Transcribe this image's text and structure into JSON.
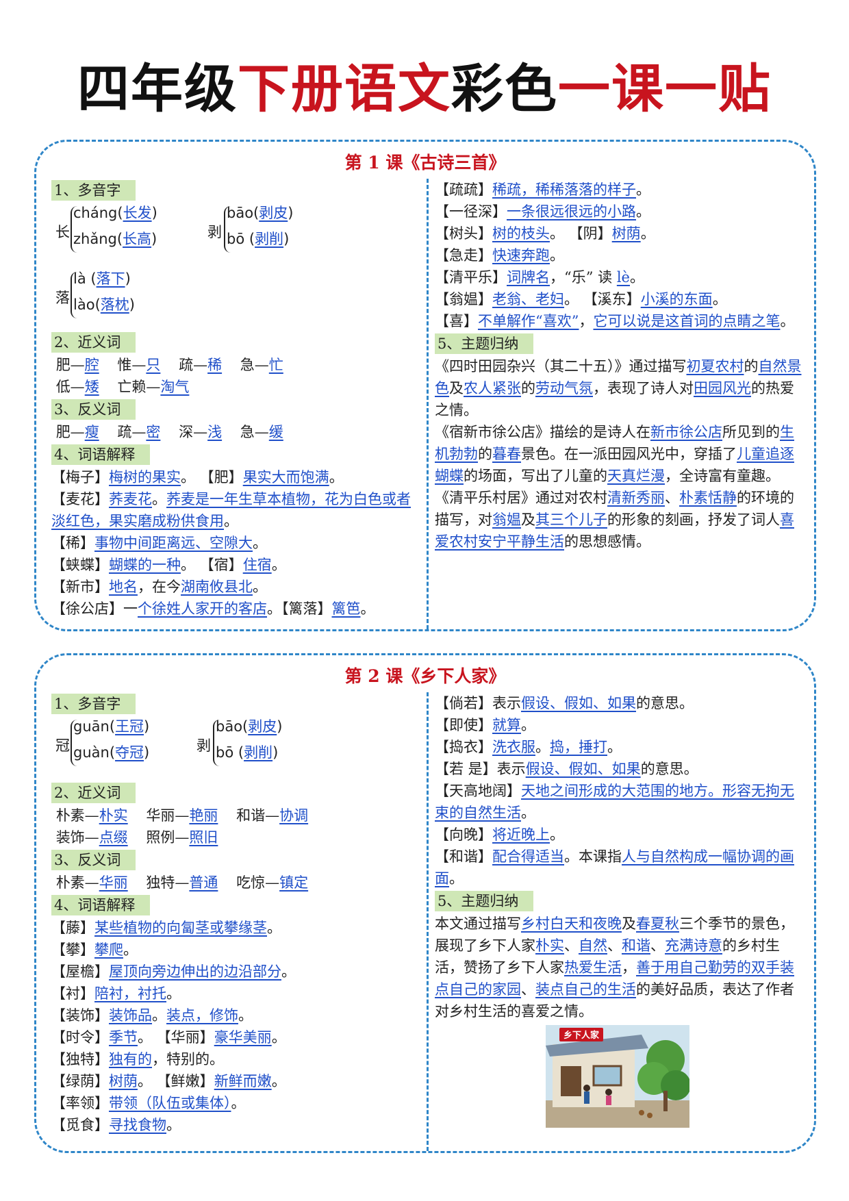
{
  "title": {
    "p1": "四年级",
    "p2": "下册语文",
    "p3": "彩色",
    "p4": "一课一贴"
  },
  "lesson1": {
    "title": "第 1 课《古诗三首》",
    "h_poly": "1、多音字",
    "poly": [
      {
        "ch": "长",
        "o1": "cháng",
        "w1": "长发",
        "o2": "zhǎng",
        "w2": "长高"
      },
      {
        "ch": "剥",
        "o1": "bāo",
        "w1": "剥皮",
        "o2": "bō",
        "w2": "剥削"
      },
      {
        "ch": "落",
        "o1": "là",
        "w1": "落下",
        "o2": "lào",
        "w2": "落枕"
      }
    ],
    "h_syn": "2、近义词",
    "syn": [
      [
        "肥—",
        "腔",
        "惟—",
        "只",
        "疏—",
        "稀",
        "急—",
        "忙"
      ],
      [
        "低—",
        "矮",
        "亡赖—",
        "淘气"
      ]
    ],
    "h_ant": "3、反义词",
    "ant": [
      "肥—",
      "瘦",
      "疏—",
      "密",
      "深—",
      "浅",
      "急—",
      "缓"
    ],
    "h_def": "4、词语解释",
    "defs": {
      "d1a": "【梅子】",
      "d1b": "梅树的果实",
      "d1c": "。 【肥】",
      "d1d": "果实大而饱满",
      "d1e": "。",
      "d2a": "【麦花】",
      "d2b": "荞麦花",
      "d2c": "。",
      "d2d": "荞麦是一年生草本植物，花为白色或者淡红色，果实磨成粉供食用",
      "d2e": "。",
      "d3a": "【稀】",
      "d3b": "事物中间距离远、空隙大",
      "d3c": "。",
      "d4a": "【蛱蝶】",
      "d4b": "蝴蝶的一种",
      "d4c": "。 【宿】",
      "d4d": "住宿",
      "d4e": "。",
      "d5a": "【新市】",
      "d5b": "地名",
      "d5c": "，在今",
      "d5d": "湖南攸县北",
      "d5e": "。",
      "d6a": "【徐公店】一",
      "d6b": "个徐姓人家开的客店",
      "d6c": "。【篱落】",
      "d6d": "篱笆",
      "d6e": "。"
    },
    "right": {
      "r1a": "【疏疏】",
      "r1b": "稀疏，稀稀落落的样子",
      "r1c": "。",
      "r2a": "【一径深】",
      "r2b": "一条很远很远的小路",
      "r2c": "。",
      "r3a": "【树头】",
      "r3b": "树的枝头",
      "r3c": "。 【阴】",
      "r3d": "树荫",
      "r3e": "。",
      "r4a": "【急走】",
      "r4b": "快速奔跑",
      "r4c": "。",
      "r5a": "【清平乐】",
      "r5b": "词牌名",
      "r5c": "，“乐” 读",
      "r5d": "lè",
      "r5e": "。",
      "r6a": "【翁媪】",
      "r6b": "老翁、老妇",
      "r6c": "。 【溪东】",
      "r6d": "小溪的东面",
      "r6e": "。",
      "r7a": "【喜】",
      "r7b": "不单解作“喜欢”",
      "r7c": "，",
      "r7d": "它可以说是这首词的点睛之笔",
      "r7e": "。",
      "h_theme": "5、主题归纳",
      "t1a": "《四时田园杂兴（其二十五）》通过描写",
      "t1b": "初夏农村",
      "t1c": "的",
      "t1d": "自然景色",
      "t1e": "及",
      "t1f": "农人紧张",
      "t1g": "的",
      "t1h": "劳动气氛",
      "t1i": "，表现了诗人对",
      "t1j": "田园风光",
      "t1k": "的热爱之情。",
      "t2a": "《宿新市徐公店》描绘的是诗人在",
      "t2b": "新市徐公店",
      "t2c": "所见到的",
      "t2d": "生机勃勃",
      "t2e": "的",
      "t2f": "暮春",
      "t2g": "景色。在一派田园风光中，穿插了",
      "t2h": "儿童追逐蝴蝶",
      "t2i": "的场面，写出了儿童的",
      "t2j": "天真烂漫",
      "t2k": "，全诗富有童趣。",
      "t3a": "《清平乐村居》通过对农村",
      "t3b": "清新秀丽",
      "t3c": "、",
      "t3d": "朴素恬静",
      "t3e": "的环境的描写，对",
      "t3f": "翁媪",
      "t3g": "及",
      "t3h": "其三个儿子",
      "t3i": "的形象的刻画，抒发了词人",
      "t3j": "喜爱农村安宁平静生活",
      "t3k": "的思想感情。"
    }
  },
  "lesson2": {
    "title": "第 2 课《乡下人家》",
    "h_poly": "1、多音字",
    "poly": [
      {
        "ch": "冠",
        "o1": "guān",
        "w1": "王冠",
        "o2": "guàn",
        "w2": "夺冠"
      },
      {
        "ch": "剥",
        "o1": "bāo",
        "w1": "剥皮",
        "o2": "bō",
        "w2": "剥削"
      }
    ],
    "h_syn": "2、近义词",
    "syn": [
      [
        "朴素—",
        "朴实",
        "华丽—",
        "艳丽",
        "和谐—",
        "协调"
      ],
      [
        "装饰—",
        "点缀",
        "照例—",
        "照旧"
      ]
    ],
    "h_ant": "3、反义词",
    "ant": [
      "朴素—",
      "华丽",
      "独特—",
      "普通",
      "吃惊—",
      "镇定"
    ],
    "h_def": "4、词语解释",
    "defs": [
      [
        "【藤】",
        "某些植物的向匐茎或攀缘茎",
        "。"
      ],
      [
        "【攀】",
        "攀爬",
        "。"
      ],
      [
        "【屋檐】",
        "屋顶向旁边伸出的边沿部分",
        "。"
      ],
      [
        "【衬】",
        "陪衬，衬托",
        "。"
      ],
      [
        "【装饰】",
        "装饰品",
        "。",
        "装点，修饰",
        "。"
      ],
      [
        "【时令】",
        "季节",
        "。 【华丽】",
        "豪华美丽",
        "。"
      ],
      [
        "【独特】",
        "独有的",
        "，特别的。"
      ],
      [
        "【绿荫】",
        "树荫",
        "。 【鲜嫩】",
        "新鲜而嫩",
        "。"
      ],
      [
        "【率领】",
        "带领（队伍或集体）",
        "。"
      ],
      [
        "【觅食】",
        "寻找食物",
        "。"
      ]
    ],
    "right": {
      "r1a": "【倘若】表示",
      "r1b": "假设、假如、如果",
      "r1c": "的意思。",
      "r2a": "【即使】",
      "r2b": "就算",
      "r2c": "。",
      "r3a": "【捣衣】",
      "r3b": "洗衣服",
      "r3c": "。",
      "r3d": "捣，捶打",
      "r3e": "。",
      "r4a": "【若 是】表示",
      "r4b": "假设、假如、如果",
      "r4c": "的意思。",
      "r5a": "【天高地阔】",
      "r5b": "天地之间形成的大范围的地方。形容无拘无束的自然生活",
      "r5c": "。",
      "r6a": "【向晚】",
      "r6b": "将近晚上",
      "r6c": "。",
      "r7a": "【和谐】",
      "r7b": "配合得适当",
      "r7c": "。本课指",
      "r7d": "人与自然构成一幅协调的画面",
      "r7e": "。",
      "h_theme": "5、主题归纳",
      "t1a": "本文通过描写",
      "t1b": "乡村白天和夜晚",
      "t1c": "及",
      "t1d": "春夏秋",
      "t1e": "三个季节的景色，展现了乡下人家",
      "t1f": "朴实",
      "t1g": "、",
      "t1h": "自然",
      "t1i": "、",
      "t1j": "和谐",
      "t1k": "、",
      "t1l": "充满诗意",
      "t1m": "的乡村生活，赞扬了乡下人家",
      "t1n": "热爱生活",
      "t1o": "，",
      "t1p": "善于用自己勤劳的双手装点自己的家园",
      "t1q": "、",
      "t1r": "装点自己的生活",
      "t1s": "的美好品质，表达了作者对乡村生活的喜爱之情。",
      "sign": "乡下人家"
    }
  }
}
